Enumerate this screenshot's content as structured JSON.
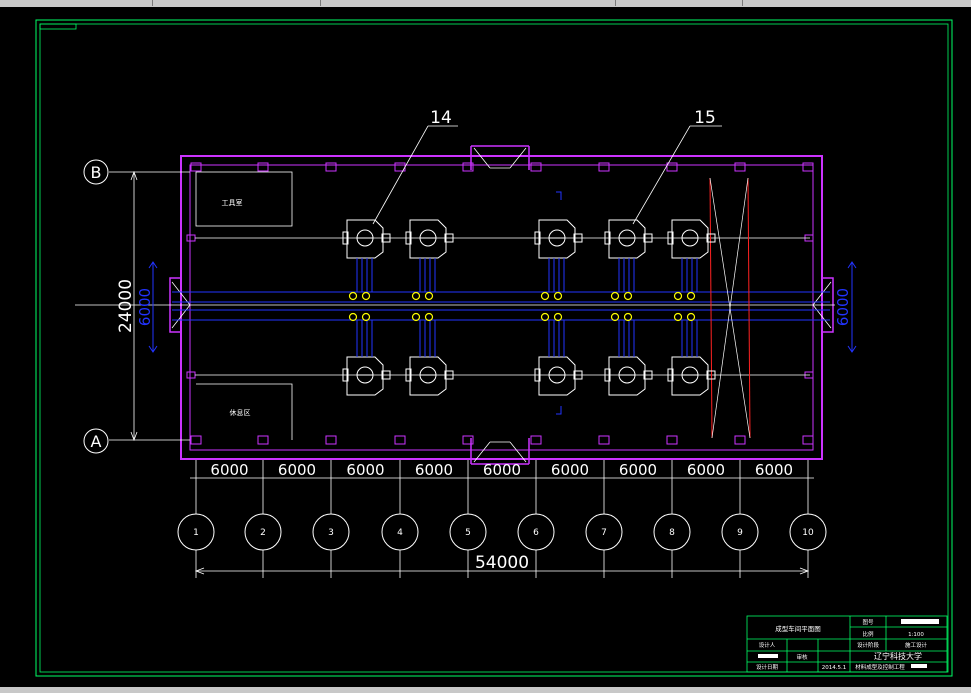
{
  "callouts": [
    "14",
    "15"
  ],
  "axis_rows": [
    "B",
    "A"
  ],
  "axis_columns": [
    "1",
    "2",
    "3",
    "4",
    "5",
    "6",
    "7",
    "8",
    "9",
    "10"
  ],
  "bay_dims": [
    "6000",
    "6000",
    "6000",
    "6000",
    "6000",
    "6000",
    "6000",
    "6000",
    "6000"
  ],
  "overall_length": "54000",
  "overall_width": "24000",
  "crane_span": "6000",
  "rooms": {
    "tool_room": "工具室",
    "rest_area": "休息区"
  },
  "title_block": {
    "drawing_title": "成型车间平面图",
    "drawing_no_label": "图号",
    "scale_label": "比例",
    "scale_value": "1:100",
    "designer_label": "设计人",
    "stage_label": "设计阶段",
    "stage_value": "施工设计",
    "reviewer_label": "审核",
    "school": "辽宁科技大学",
    "date_label": "设计日期",
    "date_value": "2014.5.1",
    "major": "材料成型及控制工程"
  },
  "colors": {
    "frame": "#00ff66",
    "wall": "#cc33ff",
    "line": "#ffffff",
    "dim": "#ffffff",
    "blue": "#2233ff",
    "yellow": "#ffff00",
    "red": "#ff2222"
  }
}
